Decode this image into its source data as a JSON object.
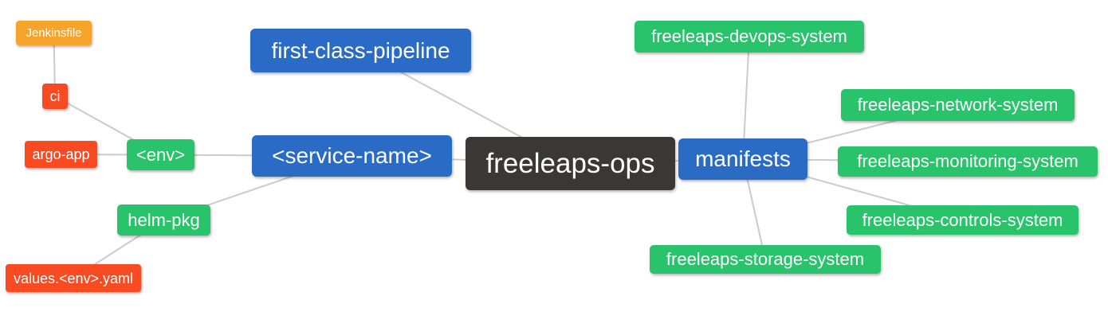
{
  "colors": {
    "root": "#3A3735",
    "l2": "#2A6BC6",
    "l3": "#28C36B",
    "l4": "#F84B21",
    "l5": "#F7A42D",
    "edge": "#CBCBCB",
    "text": "#FFFFFF",
    "background": "#FFFFFF"
  },
  "nodes": {
    "freeleaps_ops": {
      "label": "freeleaps-ops"
    },
    "first_class_pipeline": {
      "label": "first-class-pipeline"
    },
    "service_name": {
      "label": "<service-name>"
    },
    "env": {
      "label": "<env>"
    },
    "ci": {
      "label": "ci"
    },
    "jenkinsfile": {
      "label": "Jenkinsfile"
    },
    "argo_app": {
      "label": "argo-app"
    },
    "helm_pkg": {
      "label": "helm-pkg"
    },
    "values_env_yaml": {
      "label": "values.<env>.yaml"
    },
    "manifests": {
      "label": "manifests"
    },
    "freeleaps_devops_system": {
      "label": "freeleaps-devops-system"
    },
    "freeleaps_network_system": {
      "label": "freeleaps-network-system"
    },
    "freeleaps_monitoring_system": {
      "label": "freeleaps-monitoring-system"
    },
    "freeleaps_controls_system": {
      "label": "freeleaps-controls-system"
    },
    "freeleaps_storage_system": {
      "label": "freeleaps-storage-system"
    }
  },
  "edges": [
    [
      "jenkinsfile",
      "ci"
    ],
    [
      "ci",
      "env"
    ],
    [
      "argo_app",
      "env"
    ],
    [
      "env",
      "service_name"
    ],
    [
      "helm_pkg",
      "service_name"
    ],
    [
      "values_env_yaml",
      "helm_pkg"
    ],
    [
      "service_name",
      "freeleaps_ops"
    ],
    [
      "first_class_pipeline",
      "freeleaps_ops"
    ],
    [
      "manifests",
      "freeleaps_ops"
    ],
    [
      "freeleaps_devops_system",
      "manifests"
    ],
    [
      "freeleaps_network_system",
      "manifests"
    ],
    [
      "freeleaps_monitoring_system",
      "manifests"
    ],
    [
      "freeleaps_controls_system",
      "manifests"
    ],
    [
      "freeleaps_storage_system",
      "manifests"
    ]
  ]
}
